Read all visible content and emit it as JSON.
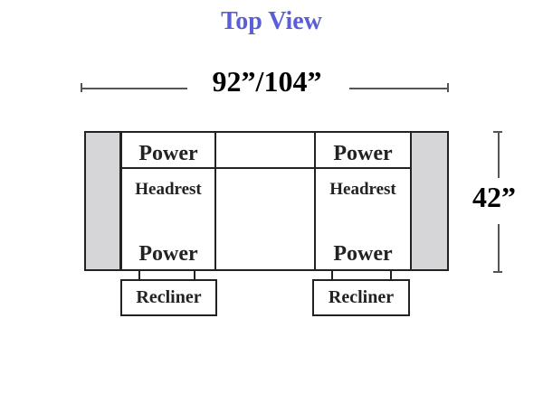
{
  "title": "Top View",
  "dimensions": {
    "width": "92”/104”",
    "depth": "42”"
  },
  "left_seat": {
    "top_label": "Power",
    "middle_label": "Headrest",
    "bottom_label": "Power",
    "control_label": "Recliner"
  },
  "right_seat": {
    "top_label": "Power",
    "middle_label": "Headrest",
    "bottom_label": "Power",
    "control_label": "Recliner"
  },
  "colors": {
    "title": "#5a5fd6",
    "arm_fill": "#d6d6d8",
    "outline": "#222222"
  }
}
